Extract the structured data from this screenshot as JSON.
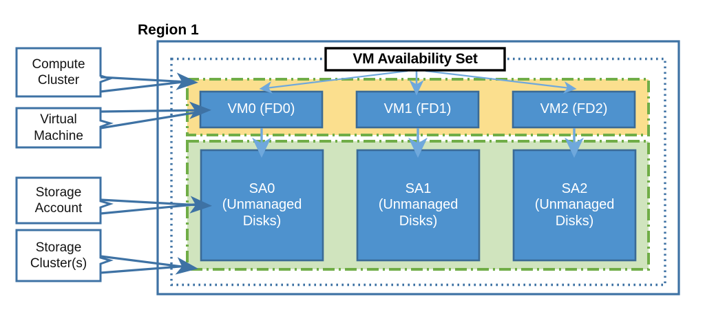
{
  "diagram": {
    "title": "Region 1",
    "availability_set_label": "VM Availability Set",
    "callouts": [
      {
        "id": "compute-cluster",
        "lines": [
          "Compute",
          "Cluster"
        ]
      },
      {
        "id": "virtual-machine",
        "lines": [
          "Virtual",
          "Machine"
        ]
      },
      {
        "id": "storage-account",
        "lines": [
          "Storage",
          "Account"
        ]
      },
      {
        "id": "storage-cluster",
        "lines": [
          "Storage",
          "Cluster(s)"
        ]
      }
    ],
    "vm_nodes": [
      {
        "id": "vm0",
        "label": "VM0 (FD0)"
      },
      {
        "id": "vm1",
        "label": "VM1 (FD1)"
      },
      {
        "id": "vm2",
        "label": "VM2 (FD2)"
      }
    ],
    "storage_nodes": [
      {
        "id": "sa0",
        "lines": [
          "SA0",
          "(Unmanaged",
          "Disks)"
        ]
      },
      {
        "id": "sa1",
        "lines": [
          "SA1",
          "(Unmanaged",
          "Disks)"
        ]
      },
      {
        "id": "sa2",
        "lines": [
          "SA2",
          "(Unmanaged",
          "Disks)"
        ]
      }
    ],
    "colors": {
      "node_fill": "#4E92CE",
      "node_stroke": "#3A6A96",
      "compute_cluster_fill": "#FBDF8E",
      "storage_cluster_fill": "#D0E4BE",
      "cluster_dash_stroke": "#70AD47",
      "region_stroke": "#3E72A4",
      "availability_dotted_stroke": "#3E72A4",
      "callout_stroke": "#3E72A4",
      "connector_stroke": "#3E72A4",
      "arrow_fill": "#6FA8DC",
      "background": "#FFFFFF",
      "text_on_node": "#FFFFFF",
      "text_dark": "#000000"
    }
  }
}
